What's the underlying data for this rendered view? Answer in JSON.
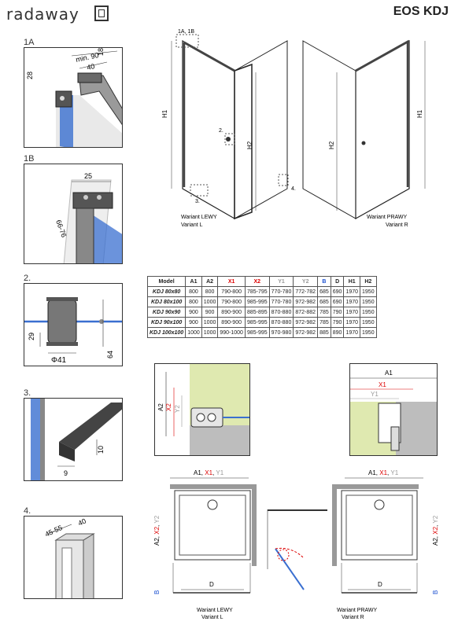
{
  "header": {
    "brand": "radaway",
    "product": "EOS KDJ"
  },
  "details": {
    "d1a": {
      "label": "1A",
      "dims": [
        "min. 90",
        "40",
        "18",
        "28"
      ]
    },
    "d1b": {
      "label": "1B",
      "dims": [
        "25",
        "66-76"
      ]
    },
    "d2": {
      "label": "2.",
      "dims": [
        "29",
        "Φ41",
        "64"
      ]
    },
    "d3": {
      "label": "3.",
      "dims": [
        "10",
        "9"
      ]
    },
    "d4": {
      "label": "4.",
      "dims": [
        "45-55",
        "40"
      ]
    }
  },
  "elevation": {
    "left_caption": [
      "Wariant LEWY",
      "Variant L"
    ],
    "right_caption": [
      "Wariant PRAWY",
      "Variant R"
    ],
    "callouts": [
      "1A, 1B",
      "2.",
      "3.",
      "4."
    ],
    "dims": [
      "H1",
      "H2"
    ]
  },
  "table": {
    "headers": [
      "Model",
      "A1",
      "A2",
      "X1",
      "X2",
      "Y1",
      "Y2",
      "B",
      "D",
      "H1",
      "H2"
    ],
    "header_colors": [
      "#222",
      "#222",
      "#222",
      "#d00",
      "#d00",
      "#999",
      "#999",
      "#1a4fd0",
      "#222",
      "#222",
      "#222"
    ],
    "rows": [
      [
        "KDJ 80x80",
        "800",
        "800",
        "790-800",
        "785-795",
        "770-780",
        "772-782",
        "685",
        "690",
        "1970",
        "1950"
      ],
      [
        "KDJ 80x100",
        "800",
        "1000",
        "790-800",
        "985-995",
        "770-780",
        "972-982",
        "685",
        "690",
        "1970",
        "1950"
      ],
      [
        "KDJ 90x90",
        "900",
        "900",
        "890-900",
        "885-895",
        "870-880",
        "872-882",
        "785",
        "790",
        "1970",
        "1950"
      ],
      [
        "KDJ 90x100",
        "900",
        "1000",
        "890-900",
        "985-995",
        "870-880",
        "972-982",
        "785",
        "790",
        "1970",
        "1950"
      ],
      [
        "KDJ 100x100",
        "1000",
        "1000",
        "990-1000",
        "985-995",
        "970-980",
        "972-982",
        "885",
        "890",
        "1970",
        "1950"
      ]
    ]
  },
  "side_detail": {
    "dims": [
      "A2",
      "X2",
      "Y2"
    ]
  },
  "top_detail": {
    "dims": [
      "A1",
      "X1",
      "Y1"
    ]
  },
  "plan": {
    "top_dim": {
      "a": "A1",
      "sep1": ", ",
      "x": "X1",
      "sep2": ", ",
      "y": "Y1"
    },
    "side_dim": {
      "a": "A2",
      "sep1": ", ",
      "x": "X2",
      "sep2": ", ",
      "y": "Y2"
    },
    "b": "B",
    "d": "D",
    "left_caption": [
      "Wariant LEWY",
      "Variant L"
    ],
    "right_caption": [
      "Wariant PRAWY",
      "Variant R"
    ]
  }
}
